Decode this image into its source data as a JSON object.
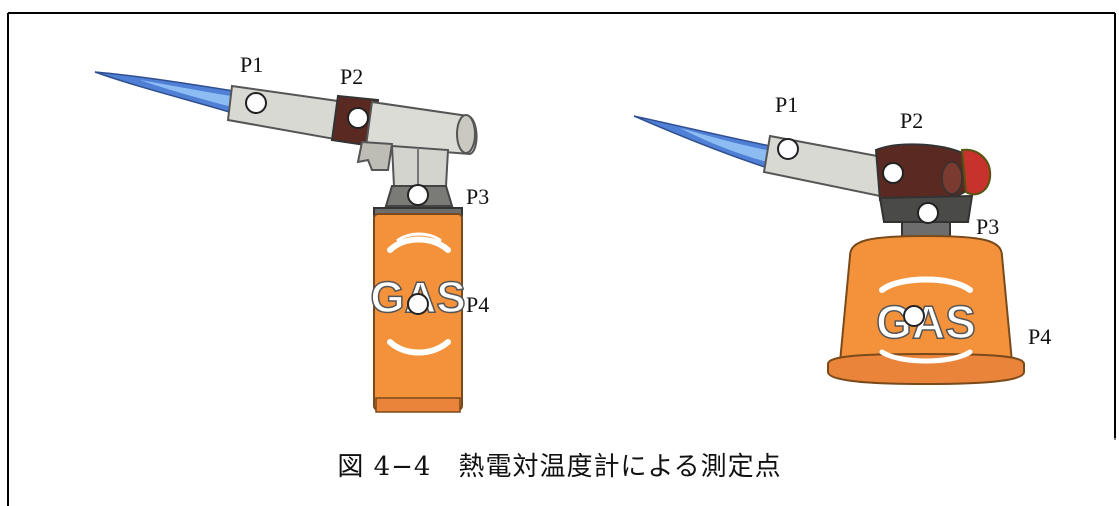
{
  "caption": "図 4−4　熱電対温度計による測定点",
  "left_torch": {
    "can_text": "GAS",
    "points": {
      "p1": "P1",
      "p2": "P2",
      "p3": "P3",
      "p4": "P4"
    }
  },
  "right_torch": {
    "can_text": "GAS",
    "points": {
      "p1": "P1",
      "p2": "P2",
      "p3": "P3",
      "p4": "P4"
    }
  },
  "colors": {
    "frame": "#000000",
    "flame_outer": "#4f80d6",
    "flame_inner": "#7fb2f0",
    "barrel": "#d9d9d3",
    "body_dark": "#5a2a22",
    "can_orange": "#f4923c",
    "can_band": "#6d6d6d",
    "marker": "#ffffff"
  }
}
